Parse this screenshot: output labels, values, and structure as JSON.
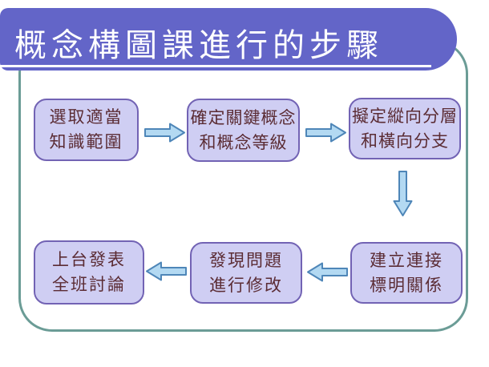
{
  "slide": {
    "title": "概念構圖課進行的步驟"
  },
  "flow": {
    "boxes": [
      {
        "id": "select-scope",
        "line1": "選取適當",
        "line2": "知識範圍"
      },
      {
        "id": "key-concepts",
        "line1": "確定關鍵概念",
        "line2": "和概念等級"
      },
      {
        "id": "draft-hierarchy",
        "line1": "擬定縱向分層",
        "line2": "和橫向分支"
      },
      {
        "id": "build-links",
        "line1": "建立連接",
        "line2": "標明關係"
      },
      {
        "id": "find-problems",
        "line1": "發現問題",
        "line2": "進行修改"
      },
      {
        "id": "present-discuss",
        "line1": "上台發表",
        "line2": "全班討論"
      }
    ],
    "arrows": [
      {
        "direction": "right"
      },
      {
        "direction": "right"
      },
      {
        "direction": "down"
      },
      {
        "direction": "left"
      },
      {
        "direction": "left"
      }
    ]
  },
  "colors": {
    "banner_bg": "#6365c8",
    "banner_text": "#ffffff",
    "frame_border": "#6b9c96",
    "box_fill": "#cfcef3",
    "box_border": "#7263b4",
    "box_text": "#5b2c34",
    "arrow_fill": "#b3d9f2",
    "arrow_stroke": "#4e86b8"
  }
}
